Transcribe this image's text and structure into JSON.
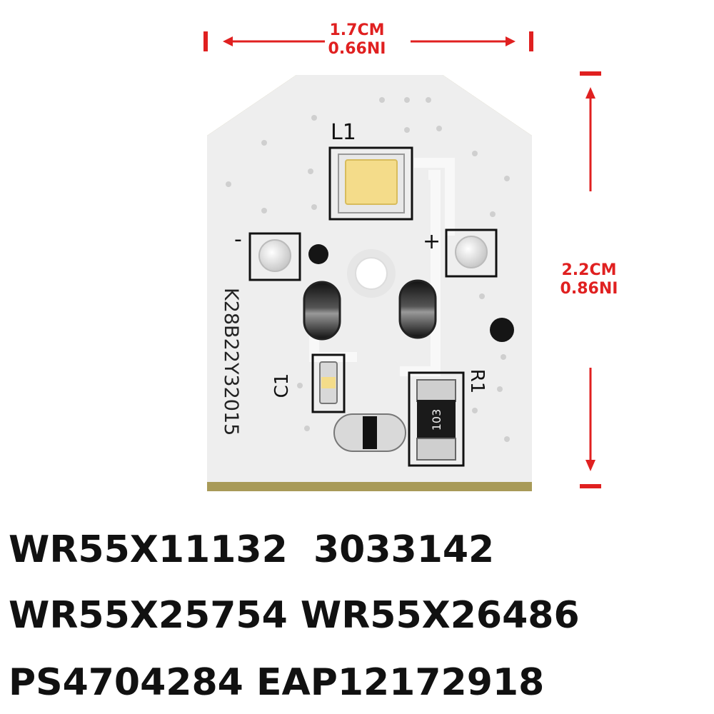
{
  "dimensions": {
    "width_cm": "1.7CM",
    "width_in": "0.66NI",
    "height_cm": "2.2CM",
    "height_in": "0.86NI"
  },
  "board": {
    "led_label": "L1",
    "minus_label": "-",
    "plus_label": "+",
    "serial": "K28B22Y32015",
    "capacitor_label": "C1",
    "resistor_label": "R1",
    "resistor_code": "103"
  },
  "part_numbers": [
    "WR55X11132  3033142",
    "WR55X25754 WR55X26486",
    "PS4704284 EAP12172918"
  ],
  "colors": {
    "accent_red": "#e02020",
    "board_white": "#eeeeee",
    "led_yellow": "#f4dc8a",
    "board_edge": "#a89a58"
  }
}
